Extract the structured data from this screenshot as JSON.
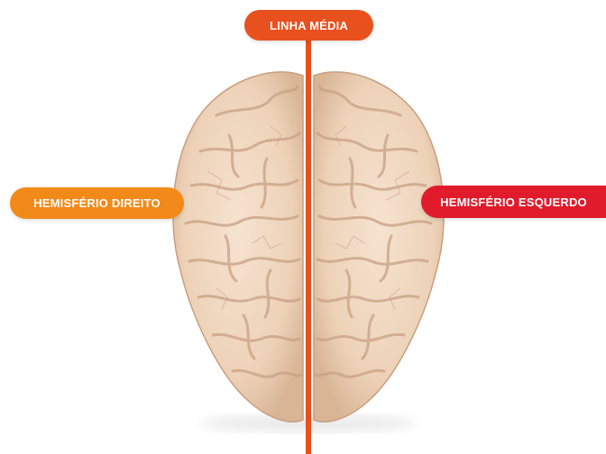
{
  "labels": {
    "midline": "LINHA MÉDIA",
    "right_hemisphere": "HEMISFÉRIO DIREITO",
    "left_hemisphere": "HEMISFÉRIO ESQUERDO"
  },
  "colors": {
    "midline": "#e8501e",
    "right_hemisphere_label": "#f28a1a",
    "left_hemisphere_label": "#e11b2b",
    "brain_tissue": "#efd6bf"
  }
}
